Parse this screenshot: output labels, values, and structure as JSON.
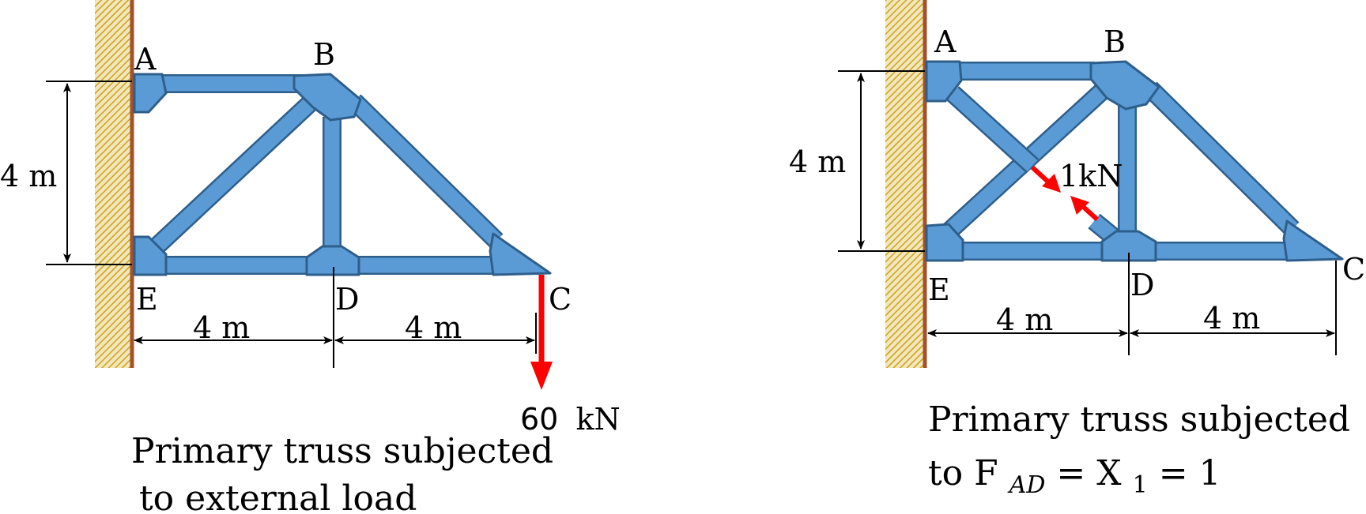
{
  "colors": {
    "member_fill": "#5b9bd5",
    "member_stroke": "#2e5f8c",
    "load_arrow": "#ff0000",
    "wall_line": "#a0522d",
    "hatch": "#c9a227"
  },
  "left_figure": {
    "joints": {
      "a": "A",
      "b": "B",
      "c": "C",
      "d": "D",
      "e": "E"
    },
    "dim_height": "4 m",
    "dim_left_span": "4 m",
    "dim_right_span": "4 m",
    "load_value": "60",
    "load_unit": "kN",
    "caption_line1": "Primary truss subjected",
    "caption_line2": "to external load"
  },
  "right_figure": {
    "joints": {
      "a": "A",
      "b": "B",
      "c": "C",
      "d": "D",
      "e": "E"
    },
    "dim_height": "4 m",
    "dim_left_span": "4 m",
    "dim_right_span": "4 m",
    "unit_load": "1kN",
    "caption_line1": "Primary truss subjected",
    "caption_line2_prefix": "to F",
    "caption_subscript_ad": "AD",
    "caption_eq1": " = X",
    "caption_subscript_1": "1",
    "caption_eq2": "  = 1"
  }
}
